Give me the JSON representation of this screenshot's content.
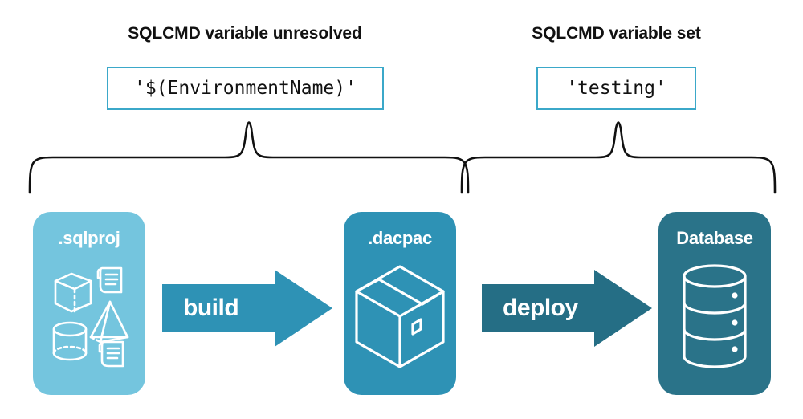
{
  "headings": {
    "left": "SQLCMD variable unresolved",
    "right": "SQLCMD variable set"
  },
  "code_chips": {
    "left": "'$(EnvironmentName)'",
    "right": "'testing'"
  },
  "stages": [
    {
      "id": "sqlproj",
      "label": ".sqlproj",
      "color": "#74c5de",
      "icons": [
        "cube-wireframe-icon",
        "scroll-document-icon",
        "pyramid-wireframe-icon",
        "cylinder-wireframe-icon",
        "scroll-document-icon"
      ]
    },
    {
      "id": "dacpac",
      "label": ".dacpac",
      "color": "#2e92b5",
      "icons": [
        "package-box-icon"
      ]
    },
    {
      "id": "database",
      "label": "Database",
      "color": "#2a7389",
      "icons": [
        "database-cylinder-icon"
      ]
    }
  ],
  "arrows": [
    {
      "id": "build",
      "label": "build",
      "color": "#2e92b5"
    },
    {
      "id": "deploy",
      "label": "deploy",
      "color": "#256e85"
    }
  ],
  "colors": {
    "background": "#ffffff",
    "chip_border": "#3ba8c9",
    "brace_stroke": "#111111",
    "text": "#111111",
    "on_dark_text": "#ffffff"
  }
}
